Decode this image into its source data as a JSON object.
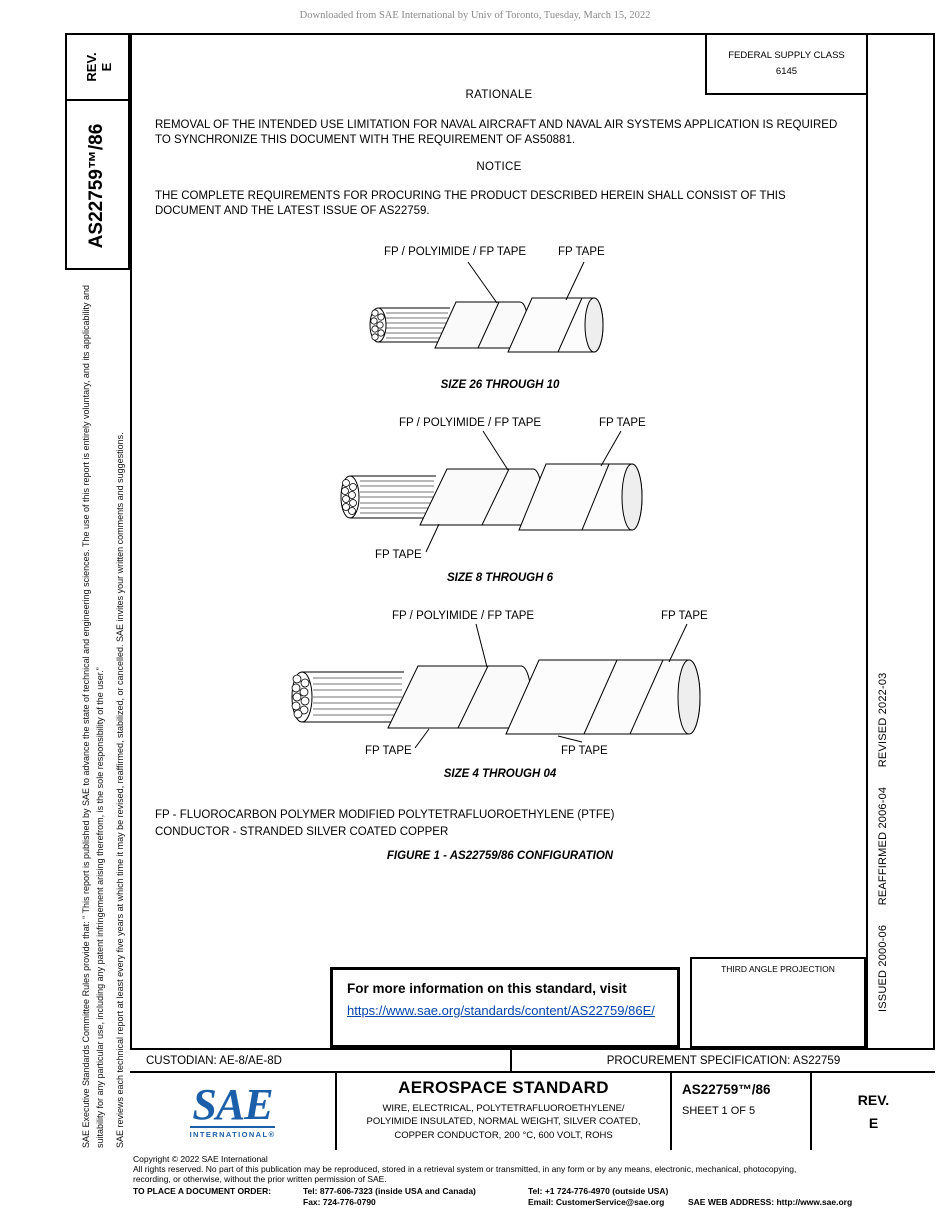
{
  "colors": {
    "link_blue": "#0645ad",
    "sae_blue": "#1b5faa",
    "notice_gray": "#8a8a8a"
  },
  "download_notice": "Downloaded from SAE International by Univ of Toronto, Tuesday, March 15, 2022",
  "sidebar": {
    "rev_label": "REV.",
    "rev_value": "E",
    "doc_number": "AS22759™/86",
    "legal_1": "SAE Executive Standards Committee Rules provide that: “ This report is published by SAE to advance the state of technical and engineering sciences. The use of this report is entirely voluntary, and its applicability and suitability for any particular use, including any patent infringement arising therefrom, is the sole responsibility of the user.”",
    "legal_2": "SAE reviews each technical report at least every five years at which time it may be revised, reaffirmed, stabilized, or cancelled. SAE invites your written comments and suggestions."
  },
  "header": {
    "fsc_line1": "FEDERAL SUPPLY CLASS",
    "fsc_line2": "6145"
  },
  "rationale": {
    "title": "RATIONALE",
    "body": "REMOVAL OF THE INTENDED USE LIMITATION FOR NAVAL AIRCRAFT AND NAVAL AIR SYSTEMS APPLICATION IS REQUIRED TO SYNCHRONIZE THIS DOCUMENT WITH THE REQUIREMENT OF AS50881."
  },
  "notice": {
    "title": "NOTICE",
    "body": "THE COMPLETE REQUIREMENTS FOR PROCURING THE PRODUCT DESCRIBED HEREIN SHALL CONSIST OF THIS DOCUMENT AND THE LATEST ISSUE OF AS22759."
  },
  "figures": [
    {
      "top_left": "FP / POLYIMIDE / FP TAPE",
      "top_right": "FP TAPE",
      "caption": "SIZE 26 THROUGH 10"
    },
    {
      "top_left": "FP / POLYIMIDE / FP TAPE",
      "top_right": "FP TAPE",
      "bottom_left": "FP TAPE",
      "caption": "SIZE 8 THROUGH 6"
    },
    {
      "top_left": "FP / POLYIMIDE / FP TAPE",
      "top_right": "FP TAPE",
      "bottom_left": "FP TAPE",
      "bottom_right": "FP TAPE",
      "caption": "SIZE 4 THROUGH 04"
    }
  ],
  "figure_notes": {
    "fp_note": "FP - FLUOROCARBON POLYMER MODIFIED POLYTETRAFLUOROETHYLENE (PTFE)",
    "conductor_note": "CONDUCTOR - STRANDED SILVER COATED COPPER",
    "figure_caption": "FIGURE 1 - AS22759/86 CONFIGURATION"
  },
  "revision_strip": "ISSUED 2000-06      REAFFIRMED 2006-04      REVISED 2022-03",
  "info_box": {
    "text": "For more information on this standard, visit",
    "link": "https://www.sae.org/standards/content/AS22759/86E/"
  },
  "projection": {
    "title": "THIRD ANGLE PROJECTION"
  },
  "custodian_row": {
    "custodian": "CUSTODIAN: AE-8/AE-8D",
    "procurement": "PROCUREMENT SPECIFICATION: AS22759"
  },
  "title_block": {
    "logo_text": "SAE",
    "logo_subtext": "INTERNATIONAL®",
    "kind": "AEROSPACE STANDARD",
    "title_line1": "WIRE, ELECTRICAL, POLYTETRAFLUOROETHYLENE/",
    "title_line2": "POLYIMIDE INSULATED, NORMAL WEIGHT, SILVER COATED,",
    "title_line3": "COPPER CONDUCTOR, 200 °C, 600 VOLT, ROHS",
    "doc_number": "AS22759™/86",
    "sheet": "SHEET 1 OF 5",
    "rev_label": "REV.",
    "rev_value": "E"
  },
  "footer": {
    "copyright": "Copyright © 2022 SAE International",
    "rights_line1": "All rights reserved. No part of this publication may be reproduced, stored in a retrieval system or transmitted, in any form or by any means, electronic, mechanical, photocopying,",
    "rights_line2": "recording, or otherwise, without the prior written permission of SAE.",
    "order_label": "TO PLACE A DOCUMENT ORDER:",
    "tel_inside": "Tel: 877-606-7323 (inside USA and Canada)",
    "tel_outside": "Tel: +1 724-776-4970 (outside USA)",
    "fax": "Fax: 724-776-0790",
    "email": "Email: CustomerService@sae.org",
    "web": "SAE WEB ADDRESS: http://www.sae.org"
  }
}
